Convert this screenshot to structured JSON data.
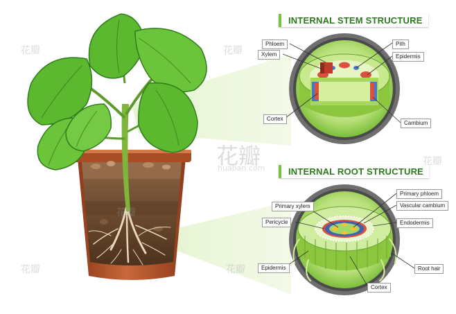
{
  "stem": {
    "title": "INTERNAL STEM STRUCTURE",
    "labels": {
      "phloem": "Phloem",
      "xylem": "Xylem",
      "pith": "Pith",
      "epidermis": "Epidermis",
      "cortex": "Cortex",
      "cambium": "Cambium"
    }
  },
  "root": {
    "title": "INTERNAL ROOT STRUCTURE",
    "labels": {
      "primary_phloem": "Primary phloem",
      "primary_xylem": "Primary xylem",
      "vascular_cambium": "Vascular cambium",
      "pericycle": "Pericycle",
      "endodermis": "Endodermis",
      "epidermis": "Epidermis",
      "root_hair": "Root hair",
      "cortex": "Cortex"
    }
  },
  "watermarks": [
    {
      "text": "花瓣"
    },
    {
      "text": "huaban.com"
    }
  ],
  "colors": {
    "title_green": "#2d7a1e",
    "leaf": "#5cb82e",
    "leaf_dark": "#2f7d1c",
    "pot": "#b5562c",
    "soil": "#6b4a2e",
    "tissue_green": "#a8d64a",
    "phloem_red": "#d9523e",
    "xylem_blue": "#4a78c8"
  }
}
